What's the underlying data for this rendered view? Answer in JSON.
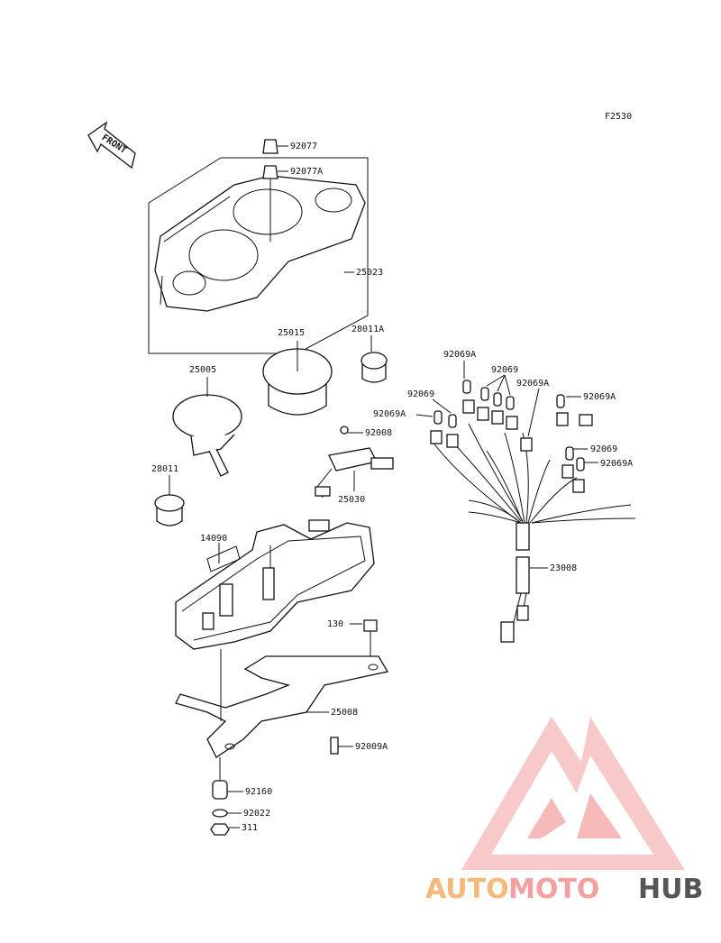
{
  "figure_code": "F2530",
  "front_label": "FRONT",
  "parts": {
    "p92077": "92077",
    "p92077a": "92077A",
    "p25023": "25023",
    "p25015": "25015",
    "p28011a": "28011A",
    "p25005": "25005",
    "p92069a_1": "92069A",
    "p92069_1": "92069",
    "p92069_2": "92069",
    "p92069a_2": "92069A",
    "p92069a_3": "92069A",
    "p92069a_4": "92069A",
    "p92008": "92008",
    "p28011": "28011",
    "p25030": "25030",
    "p92069_3": "92069",
    "p92069a_5": "92069A",
    "p14090": "14090",
    "p23008": "23008",
    "p130": "130",
    "p25008": "25008",
    "p92009a": "92009A",
    "p92160": "92160",
    "p92022": "92022",
    "p311": "311"
  },
  "watermark": {
    "part1": "AUTO",
    "part2": "MOTO",
    "part3": "HUB",
    "color1": "#f5b97a",
    "color2": "#f2a0a0",
    "color3": "#555555",
    "logo_color": "#f08a8a"
  }
}
